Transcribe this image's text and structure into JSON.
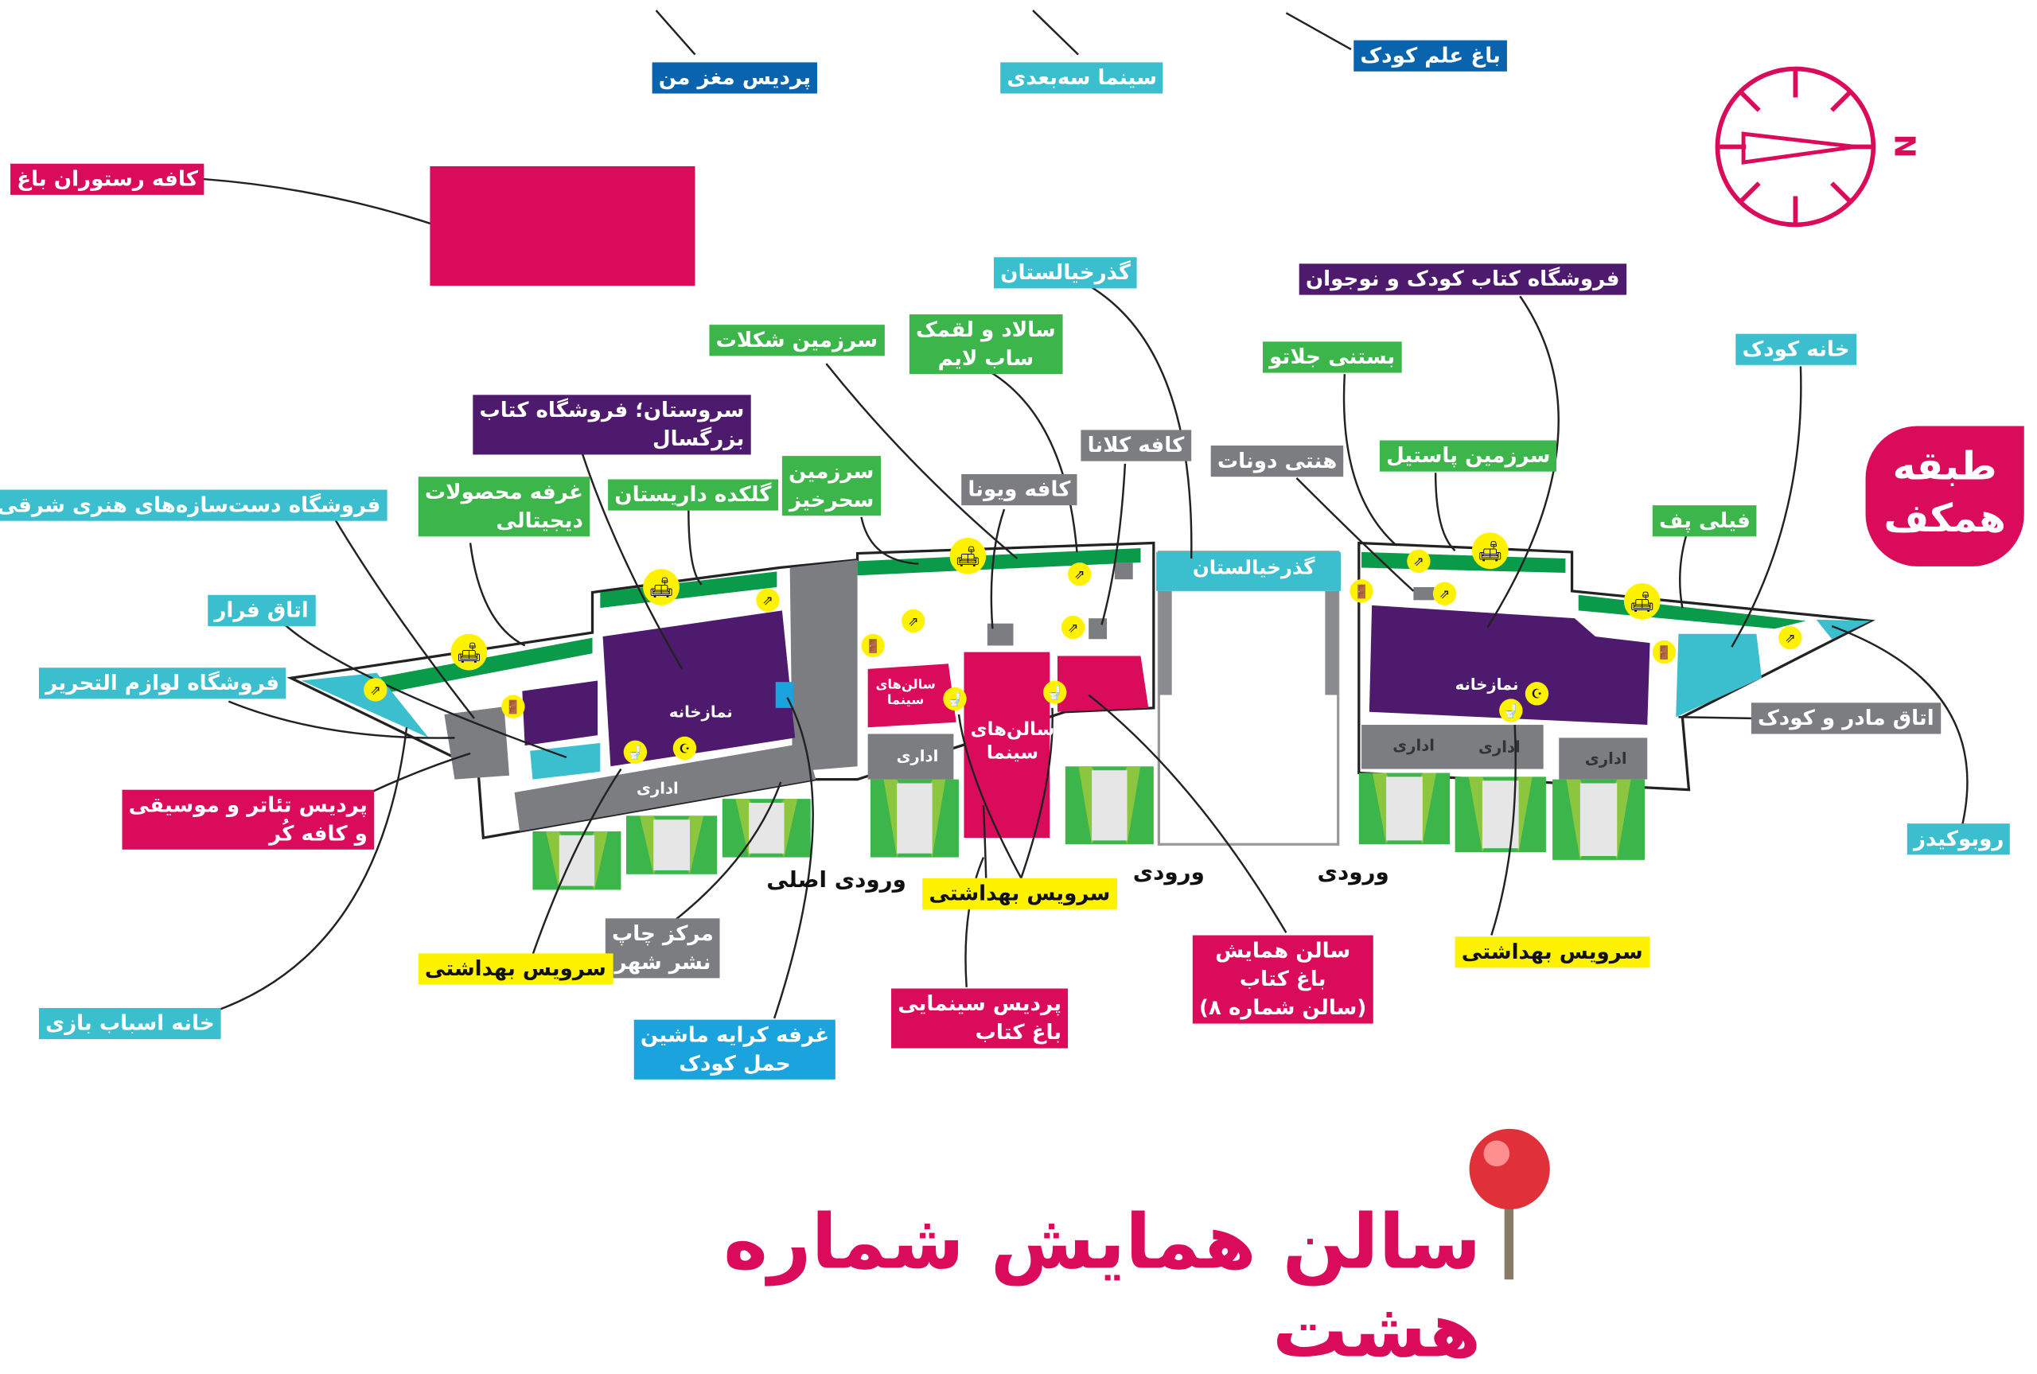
{
  "colors": {
    "pink": "#d90b5a",
    "cyan": "#3bbfcf",
    "blue": "#0a64ad",
    "light_blue": "#1aa3dd",
    "green": "#3cb64a",
    "dark_green": "#0a9b4a",
    "purple": "#4e1a6e",
    "gray": "#7c7d80",
    "yellow": "#fff200"
  },
  "floor_badge": "طبقه\nهمکف",
  "compass": {
    "north": "N"
  },
  "title": "سالن همایش شماره هشت",
  "labels": {
    "pardis_maghz": "پردیس مغز من",
    "cinema_3d": "سینما سه‌بعدی",
    "bagh_elm": "باغ علم کودک",
    "cafe_bagh": "کافه رستوران باغ",
    "gozar_top": "گذرخیالستان",
    "kids_books": "فروشگاه کتاب کودک و نوجوان",
    "chocolate": "سرزمین شکلات",
    "salad": "سالاد و لقمک\nساب لایم",
    "gelato": "بستنی جلاتو",
    "khane_koodak": "خانه کودک",
    "sarvestan": "سروستان؛ فروشگاه کتاب\nبزرگسال",
    "cafe_kalana": "کافه کلانا",
    "honey_donut": "هنتی دونات",
    "pastil": "سرزمین پاستیل",
    "sahar": "سرزمین\nسحرخیز",
    "cafe_viona": "کافه ویونا",
    "digital": "غرفه محصولات\nدیجیتالی",
    "golkade": "گلکده داریستان",
    "handicraft": "فروشگاه دست‌سازه‌های هنری شرقی",
    "filipof": "فیلی پف",
    "escape": "اتاق فرار",
    "stationery": "فروشگاه لوازم التحریر",
    "mother_child": "اتاق مادر و کودک",
    "theatre": "پردیس تئاتر و موسیقی\nو کافه کُر",
    "robokids": "روبوکیدز",
    "main_entrance": "ورودی اصلی",
    "entrance_1": "ورودی",
    "entrance_2": "ورودی",
    "wc_center": "سرویس بهداشتی",
    "conference": "سالن همایش\nباغ کتاب\n(سالن شماره ۸)",
    "print_center": "مرکز چاپ\nنشر شهر",
    "wc_left": "سرویس بهداشتی",
    "wc_right": "سرویس بهداشتی",
    "toy_house": "خانه اسباب بازی",
    "cinema_pardis": "پردیس سینمایی\nباغ کتاب",
    "stroller": "غرفه کرایه ماشین\nحمل کودک"
  },
  "rooms": {
    "prayer_left": "نمازخانه",
    "prayer_right": "نمازخانه",
    "office_1": "اداری",
    "office_2": "اداری",
    "office_3": "اداری",
    "office_4": "اداری",
    "office_5": "اداری",
    "cinema_small": "سالن‌های\nسینما",
    "cinema_big": "سالن‌های\nسینما",
    "gozar_bar": "گذرخیالستان"
  },
  "icons": {
    "sofa": "sofa-icon",
    "escalator": "escalator-icon",
    "exit": "emergency-exit-icon",
    "toilet": "toilet-icon",
    "prayer": "prayer-icon"
  }
}
